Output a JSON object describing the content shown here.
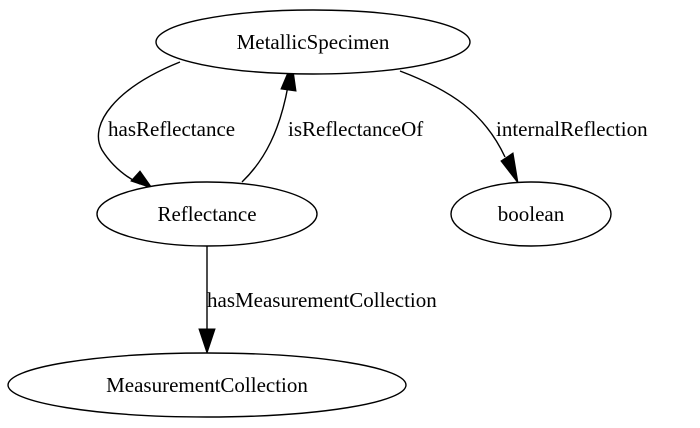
{
  "nodes": {
    "metallic_specimen": "MetallicSpecimen",
    "reflectance": "Reflectance",
    "boolean": "boolean",
    "measurement_collection": "MeasurementCollection"
  },
  "edges": {
    "has_reflectance": "hasReflectance",
    "is_reflectance_of": "isReflectanceOf",
    "internal_reflection": "internalReflection",
    "has_measurement_collection": "hasMeasurementCollection"
  }
}
